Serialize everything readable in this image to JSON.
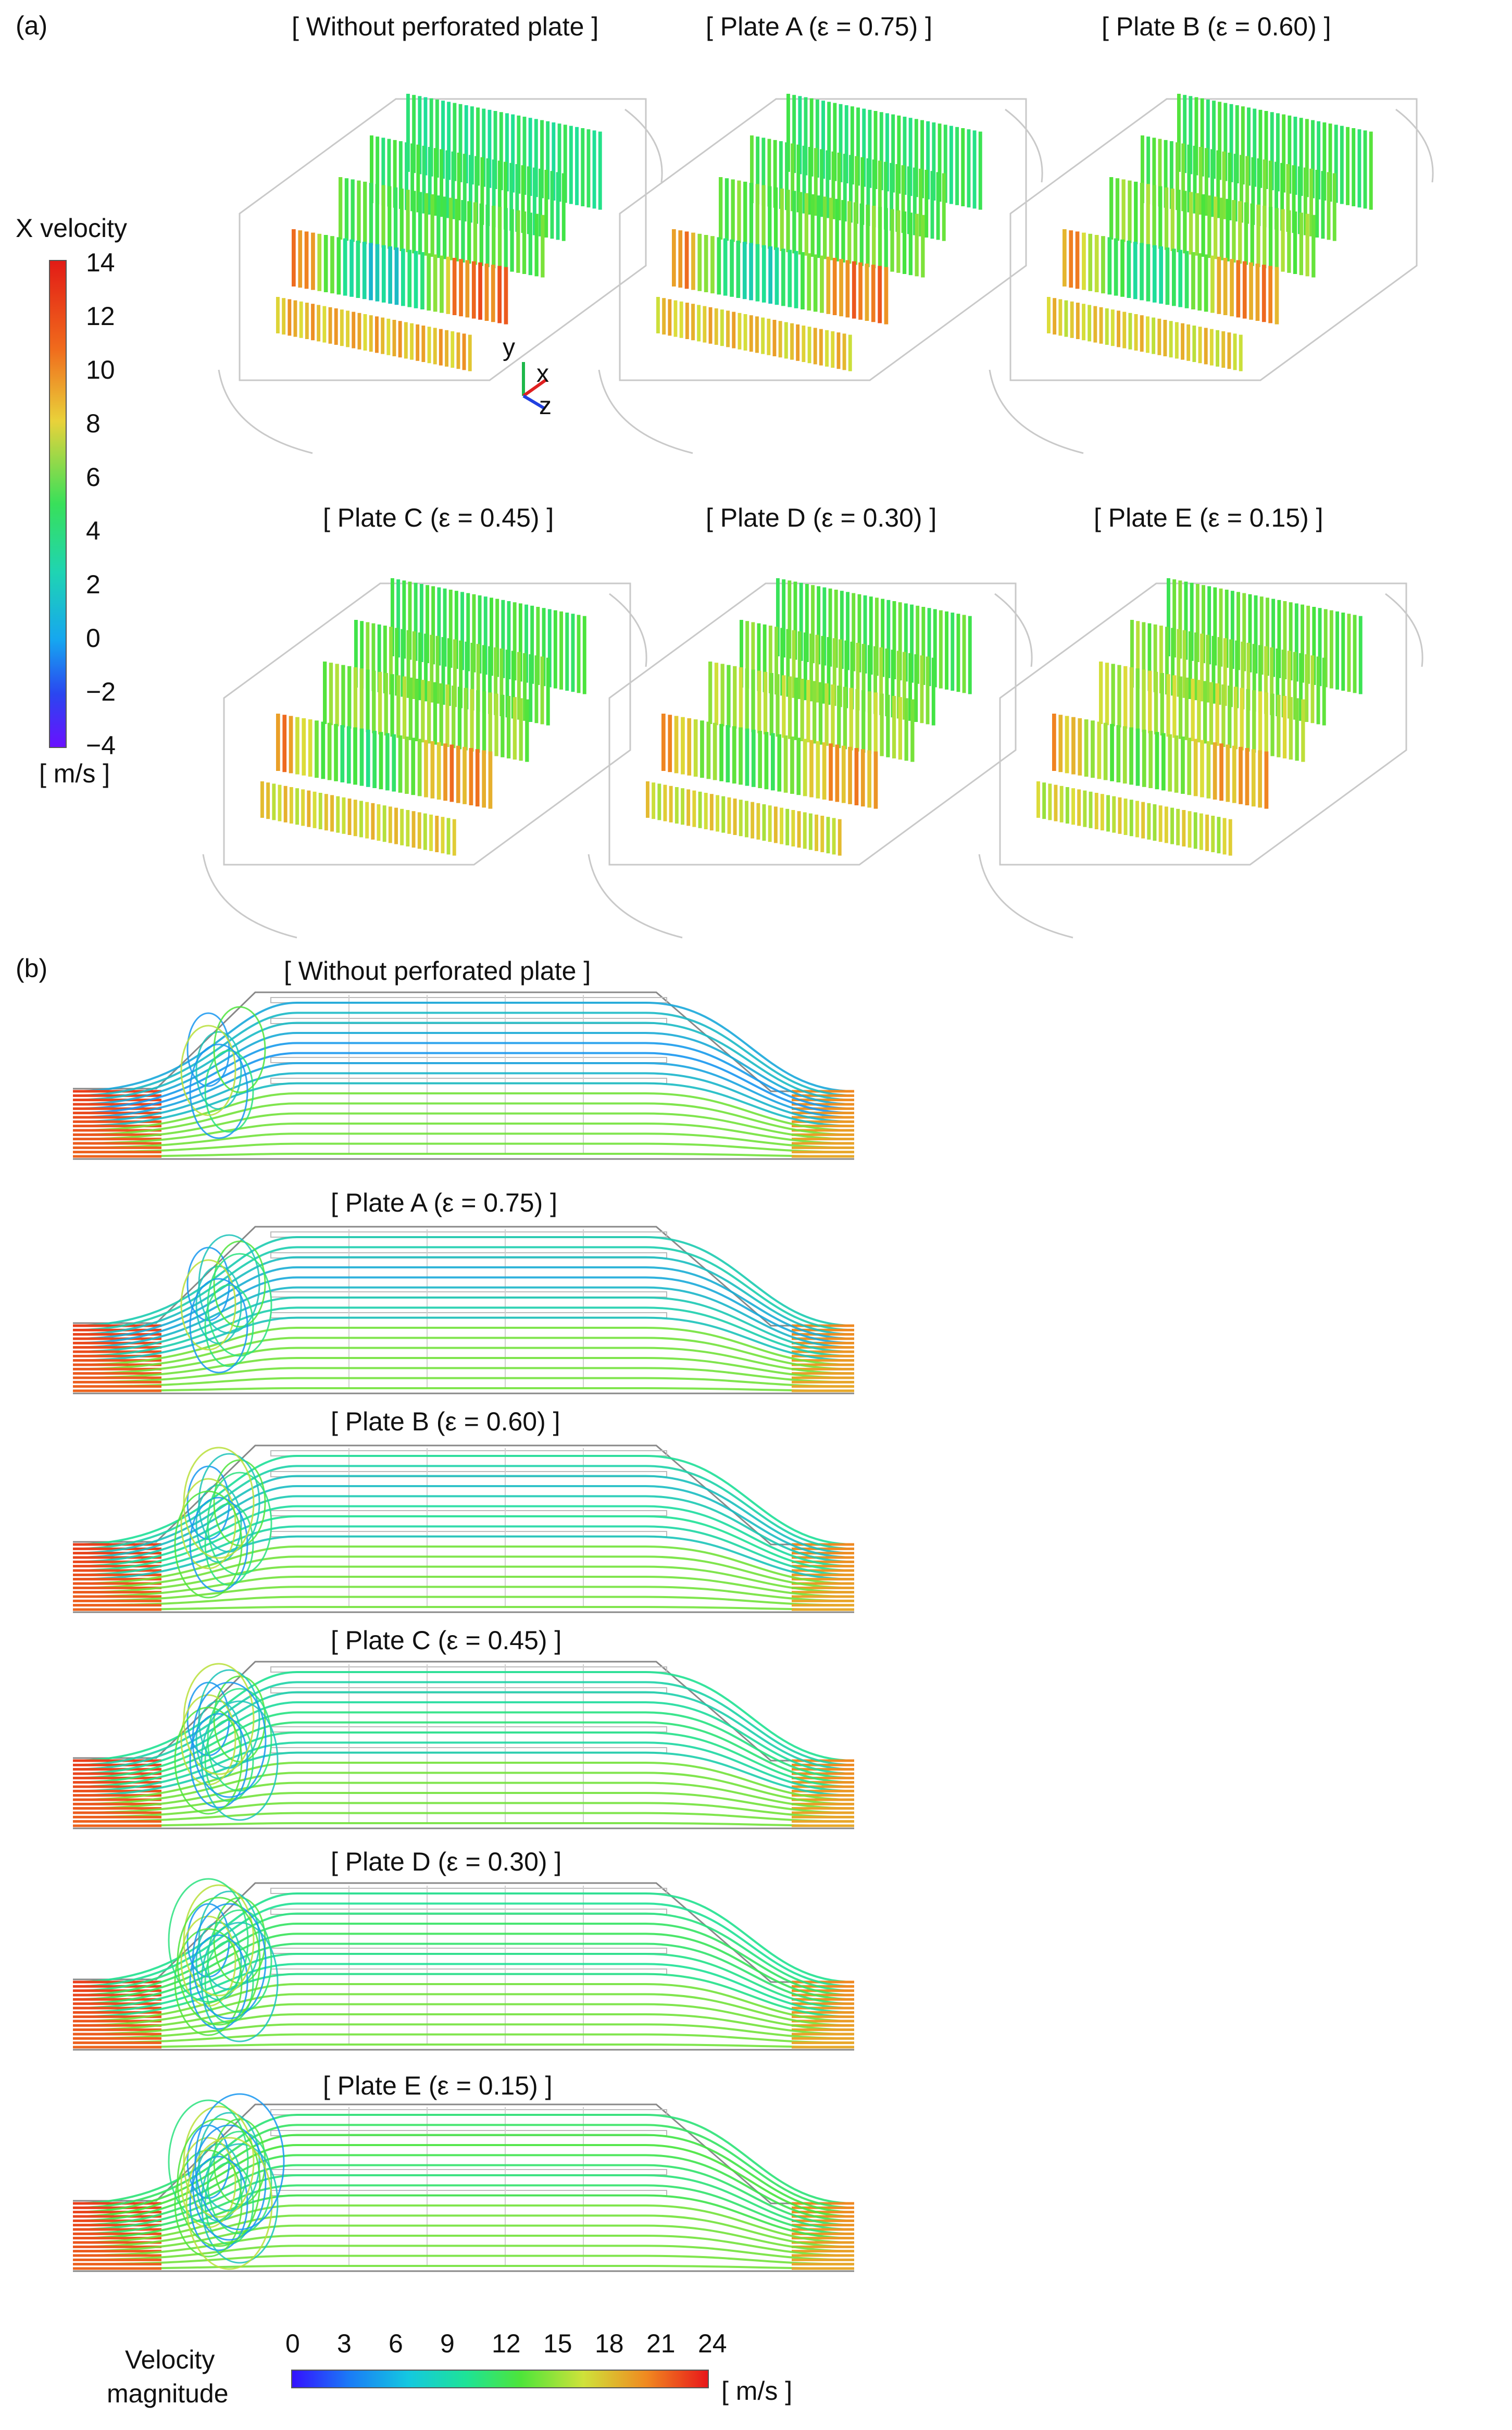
{
  "panel_a": {
    "label": "(a)",
    "titles": [
      "[ Without perforated plate ]",
      "[ Plate A (ε = 0.75) ]",
      "[ Plate B (ε = 0.60) ]",
      "[ Plate C (ε = 0.45) ]",
      "[ Plate D (ε = 0.30) ]",
      "[ Plate E (ε = 0.15) ]"
    ],
    "axes": {
      "y": "y",
      "x": "x",
      "z": "z"
    },
    "legend": {
      "title": "X velocity",
      "unit": "[ m/s ]",
      "ticks": [
        "14",
        "12",
        "10",
        "8",
        "6",
        "4",
        "2",
        "0",
        "−2",
        "−4"
      ]
    }
  },
  "panel_b": {
    "label": "(b)",
    "titles": [
      "[ Without perforated plate ]",
      "[ Plate A (ε = 0.75) ]",
      "[ Plate B (ε = 0.60) ]",
      "[ Plate C (ε = 0.45) ]",
      "[ Plate D (ε = 0.30) ]",
      "[ Plate E (ε = 0.15) ]"
    ],
    "legend": {
      "title_line1": "Velocity",
      "title_line2": "magnitude",
      "unit": "[ m/s ]",
      "ticks": [
        "0",
        "3",
        "6",
        "9",
        "12",
        "15",
        "18",
        "21",
        "24"
      ]
    }
  },
  "colors": {
    "low": "#2b14ff",
    "mid": "#2fe06a",
    "high": "#e8261a",
    "outline": "#c9c9c9"
  }
}
